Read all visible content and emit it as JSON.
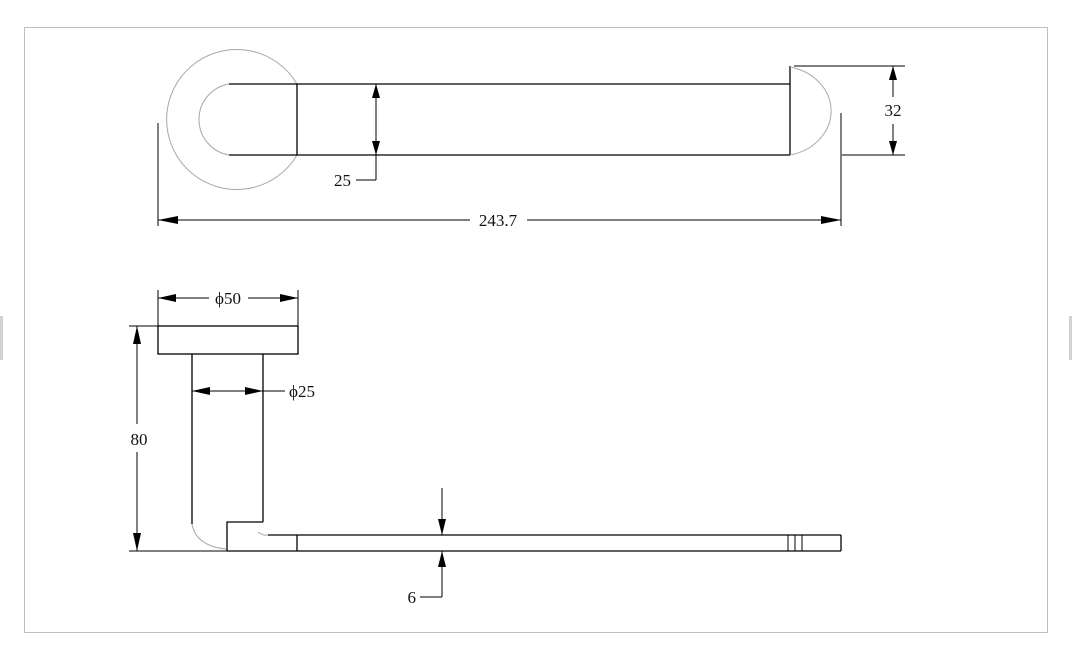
{
  "dimensions": {
    "tube_diameter": "25",
    "flange_height": "32",
    "total_length": "243.7",
    "flange_diameter": "ϕ50",
    "post_diameter": "ϕ25",
    "projection": "80",
    "bar_thickness": "6"
  }
}
